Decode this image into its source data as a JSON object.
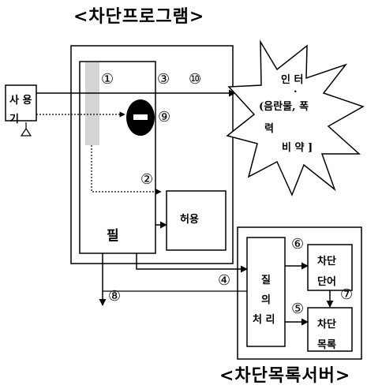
{
  "titles": {
    "program": "<차단프로그램>",
    "server": "<차단목록서버>"
  },
  "user": {
    "line1": "사  용",
    "line2": "기"
  },
  "internet": {
    "line1": "인 터",
    "line2": ".",
    "line3": "(음란물,  폭",
    "line4": "력",
    "line5": "비 약  ]"
  },
  "filter_label": "필",
  "allow_label": "허용",
  "query": {
    "line1": "질",
    "line2": "의",
    "line3": "처 리"
  },
  "block_words": {
    "line1": "차단",
    "line2": "단어"
  },
  "block_list": {
    "line1": "차단",
    "line2": "목록"
  },
  "markers": {
    "m1": "①",
    "m2": "②",
    "m3": "③",
    "m4": "④",
    "m5": "⑤",
    "m6": "⑥",
    "m7": "⑦",
    "m8": "⑧",
    "m9": "⑨",
    "m10": "⑩"
  }
}
